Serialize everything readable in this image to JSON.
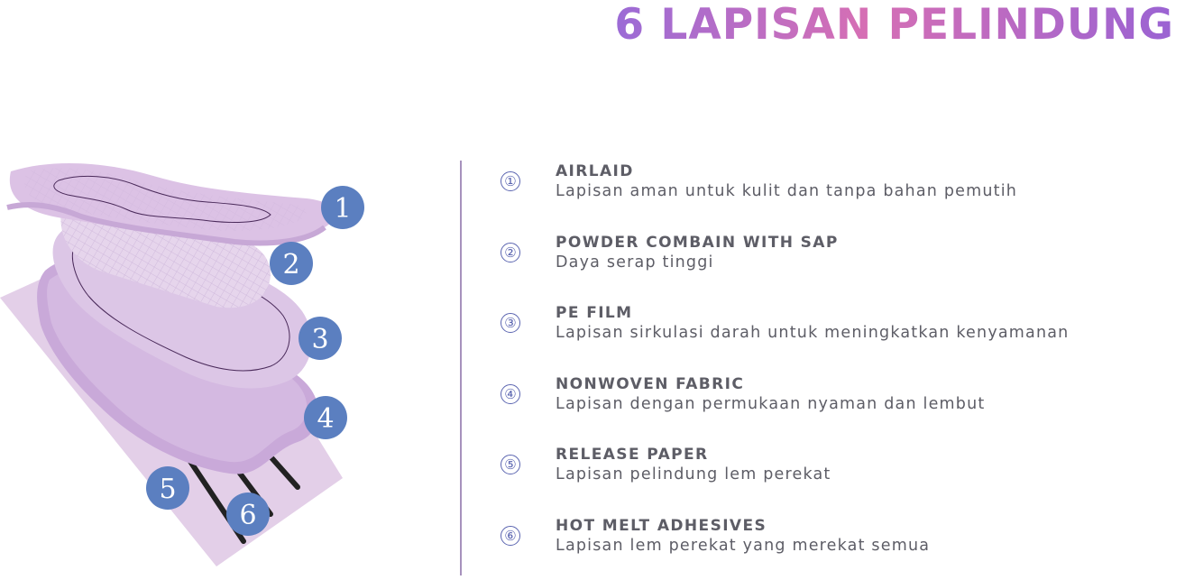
{
  "title": "6 LAPISAN PELINDUNG",
  "colors": {
    "title_gradient": [
      "#9b6bd6",
      "#d66fb4",
      "#9a63d3"
    ],
    "layer_fill": "#d9c3e3",
    "layer_fill_dark": "#b89bc9",
    "badge": "#5b7fc0",
    "text": "#5d5d66",
    "number": "#5a64b0"
  },
  "badges": [
    "1",
    "2",
    "3",
    "4",
    "5",
    "6"
  ],
  "layers": [
    {
      "number": "①",
      "name": "AIRLAID",
      "description": "Lapisan aman untuk kulit dan tanpa bahan pemutih"
    },
    {
      "number": "②",
      "name": "POWDER COMBAIN WITH SAP",
      "description": "Daya serap tinggi"
    },
    {
      "number": "③",
      "name": "PE FILM",
      "description": "Lapisan sirkulasi darah untuk meningkatkan kenyamanan"
    },
    {
      "number": "④",
      "name": "NONWOVEN FABRIC",
      "description": "Lapisan dengan permukaan nyaman dan lembut"
    },
    {
      "number": "⑤",
      "name": "RELEASE PAPER",
      "description": "Lapisan pelindung lem perekat"
    },
    {
      "number": "⑥",
      "name": "HOT MELT ADHESIVES",
      "description": "Lapisan lem perekat yang merekat semua"
    }
  ]
}
